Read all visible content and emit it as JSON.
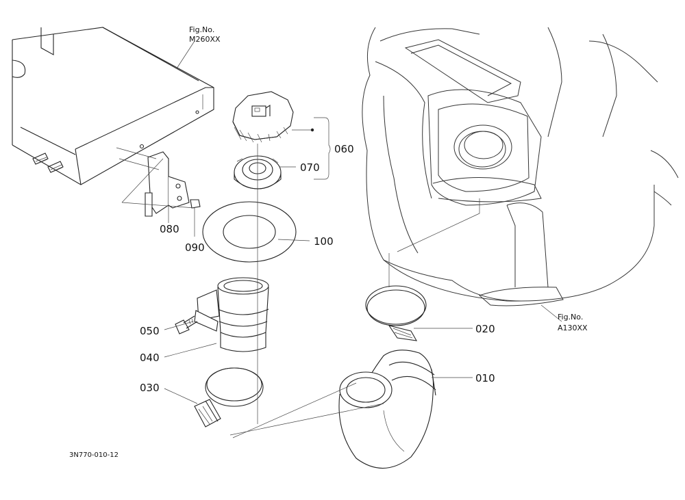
{
  "references": {
    "top": {
      "line1": "Fig.No.",
      "line2": "M260XX"
    },
    "right": {
      "line1": "Fig.No.",
      "line2": "A130XX"
    }
  },
  "parts": {
    "p010": "010",
    "p020": "020",
    "p030": "030",
    "p040": "040",
    "p050": "050",
    "p060": "060",
    "p070": "070",
    "p080": "080",
    "p090": "090",
    "p100": "100"
  },
  "drawing_code": "3N770-010-12"
}
